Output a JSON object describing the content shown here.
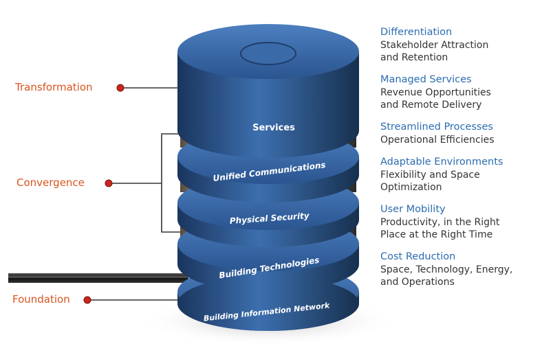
{
  "left_labels": {
    "transformation": "Transformation",
    "convergence": "Convergence",
    "foundation": "Foundation"
  },
  "layers": {
    "services": "Services",
    "unified_communications": "Unified Communications",
    "physical_security": "Physical Security",
    "building_technologies": "Building Technologies",
    "building_information_network": "Building Information Network"
  },
  "benefits": [
    {
      "title": "Differentiation",
      "desc": "Stakeholder Attraction\nand Retention"
    },
    {
      "title": "Managed Services",
      "desc": "Revenue Opportunities\nand Remote Delivery"
    },
    {
      "title": "Streamlined Processes",
      "desc": "Operational Efficiencies"
    },
    {
      "title": "Adaptable Environments",
      "desc": "Flexibility and Space\nOptimization"
    },
    {
      "title": "User Mobility",
      "desc": "Productivity, in the Right\nPlace at the Right Time"
    },
    {
      "title": "Cost Reduction",
      "desc": "Space, Technology, Energy,\nand Operations"
    }
  ],
  "colors": {
    "accent_orange": "#d9541e",
    "title_blue": "#2b6cb0",
    "disc_dark": "#1f3f6e",
    "disc_light": "#3a6aa8",
    "marker_red": "#c8261e"
  }
}
